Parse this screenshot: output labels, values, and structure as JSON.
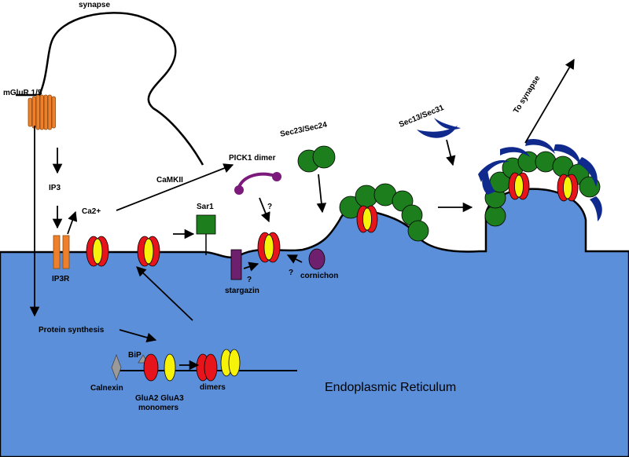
{
  "labels": {
    "synapse": "synapse",
    "mglur": "mGluR 1/5",
    "ip3": "IP3",
    "ca2": "Ca2+",
    "ip3r": "IP3R",
    "camkii": "CaMKII",
    "pick1": "PICK1 dimer",
    "sar1": "Sar1",
    "sec23": "Sec23/Sec24",
    "sec13": "Sec13/Sec31",
    "to_synapse": "To synapse",
    "stargazin": "stargazin",
    "cornichon": "cornichon",
    "q1": "?",
    "q2": "?",
    "q3": "?",
    "protein_synthesis": "Protein synthesis",
    "bip": "BiP",
    "calnexin": "Calnexin",
    "glua_pair": "GluA2 GluA3",
    "monomers": "monomers",
    "dimers": "dimers",
    "er": "Endoplasmic Reticulum"
  },
  "colors": {
    "er_fill": "#5b8fd9",
    "mglur_orange": "#ef7f2a",
    "glua2_red": "#e8141b",
    "glua3_yellow": "#f7f20a",
    "copII_green": "#1d7e1d",
    "sec13_navy": "#0f2a8c",
    "pick1_purple": "#7b1a7b",
    "stargazin_purple": "#6e1f6e",
    "calnexin_gray": "#9a9a9a"
  }
}
